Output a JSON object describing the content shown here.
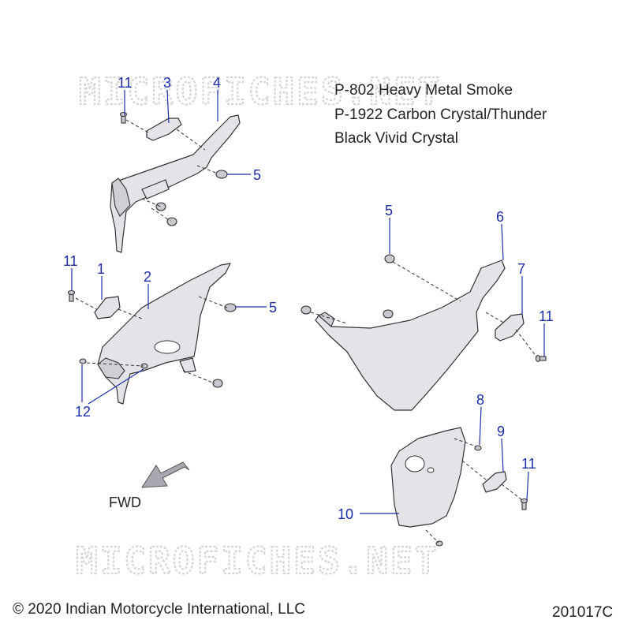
{
  "legend": [
    "P-802 Heavy Metal Smoke",
    "P-1922 Carbon Crystal/Thunder",
    "Black Vivid Crystal"
  ],
  "watermark": "MICROFICHES.NET",
  "callouts": {
    "c11a": "11",
    "c3": "3",
    "c4": "4",
    "c5a": "5",
    "c11b": "11",
    "c1": "1",
    "c2": "2",
    "c5b": "5",
    "c12": "12",
    "c5c": "5",
    "c6": "6",
    "c7": "7",
    "c11c": "11",
    "c8": "8",
    "c9": "9",
    "c11d": "11",
    "c10": "10"
  },
  "fwd_label": "FWD",
  "copyright": "© 2020 Indian Motorcycle International, LLC",
  "drawing_number": "201017C",
  "colors": {
    "callout": "#1b2fa8",
    "line": "#333333",
    "part_fill": "#e4e4e8",
    "watermark": "#d4d4d4"
  }
}
